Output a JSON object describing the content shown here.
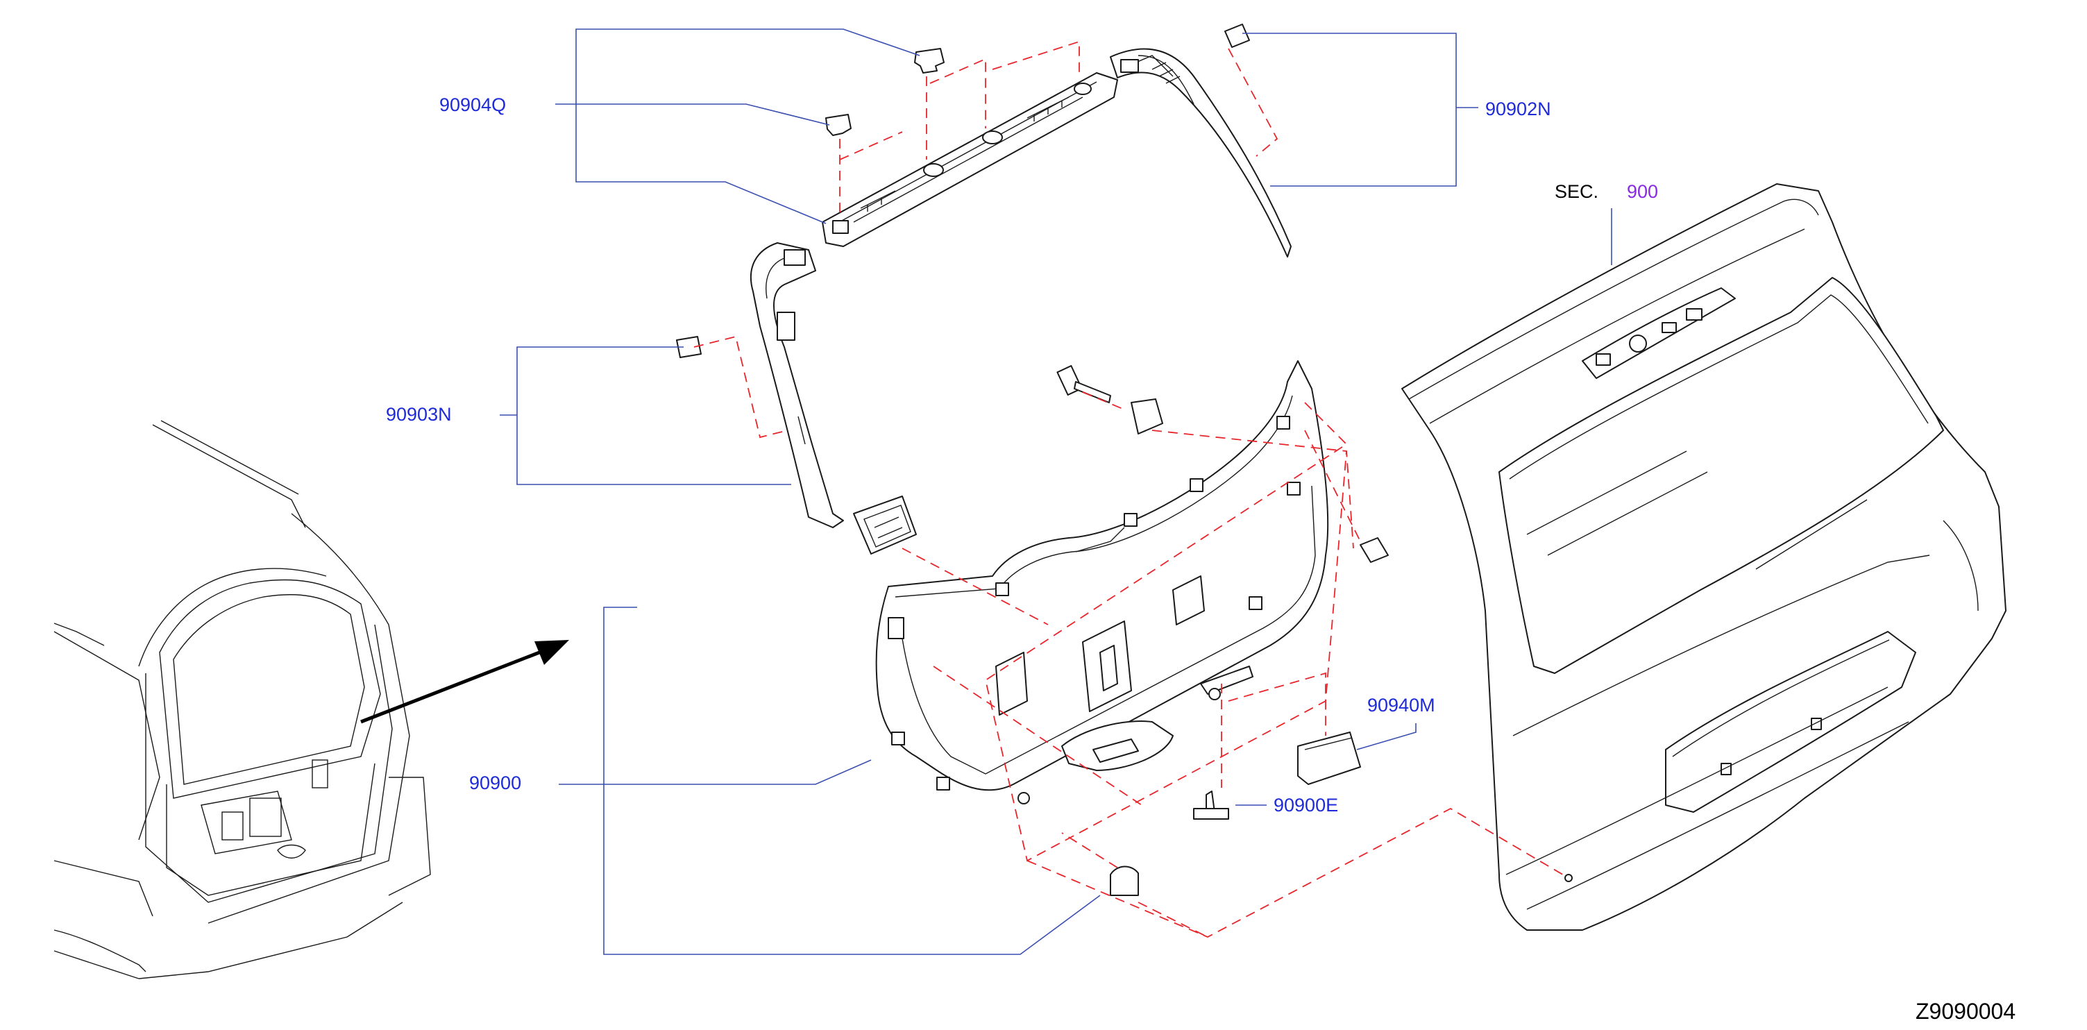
{
  "colors": {
    "label": "#1f2bd6",
    "section_link": "#8a2be2",
    "leader": "#3a4fb0",
    "dashed": "#e8262b",
    "line": "#1a1a1a"
  },
  "labels": {
    "p90904Q": "90904Q",
    "p90902N": "90902N",
    "p90903N": "90903N",
    "p90900": "90900",
    "p90940M": "90940M",
    "p90900E": "90900E"
  },
  "section_ref": {
    "prefix": "SEC.",
    "number": "900"
  },
  "diagram_code": "Z9090004"
}
